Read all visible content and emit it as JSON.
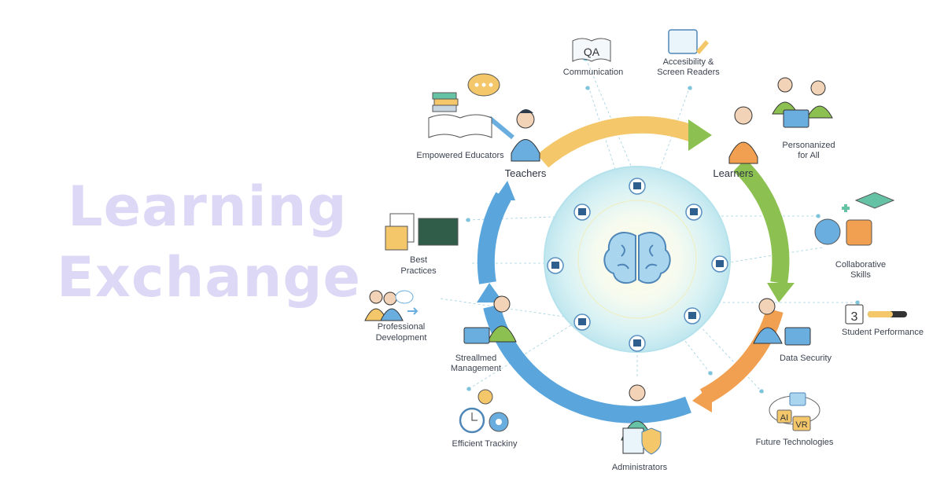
{
  "title": {
    "line1": "Learning",
    "line2": "Exchange"
  },
  "roles": {
    "teachers": "Teachers",
    "learners": "Learners",
    "administrators": "Administrators"
  },
  "features": {
    "communication": "Communication",
    "qa_icon_text": "QA",
    "accessibility": [
      "Accesibility &",
      "Screen Readers"
    ],
    "empowered": "Empowered Educators",
    "personalized": [
      "Personanized",
      "for All"
    ],
    "best_practices": [
      "Best",
      "Practices"
    ],
    "collaborative": [
      "Collaborative",
      "Skills"
    ],
    "professional": [
      "Professional",
      "Development"
    ],
    "student_performance": "Student Performance",
    "calendar_number": "3",
    "streamlined": [
      "Streallmed",
      "Management"
    ],
    "data_security": "Data Security",
    "tracking": "Efficient Trackiny",
    "future": "Future Technologies",
    "ai": "AI",
    "vr": "VR"
  },
  "colors": {
    "title": "#dcd8f5",
    "yellow": "#f3c76a",
    "green": "#8cc152",
    "orange": "#f0a050",
    "blue": "#5aa6dc",
    "sphere": "#cdeef3"
  }
}
